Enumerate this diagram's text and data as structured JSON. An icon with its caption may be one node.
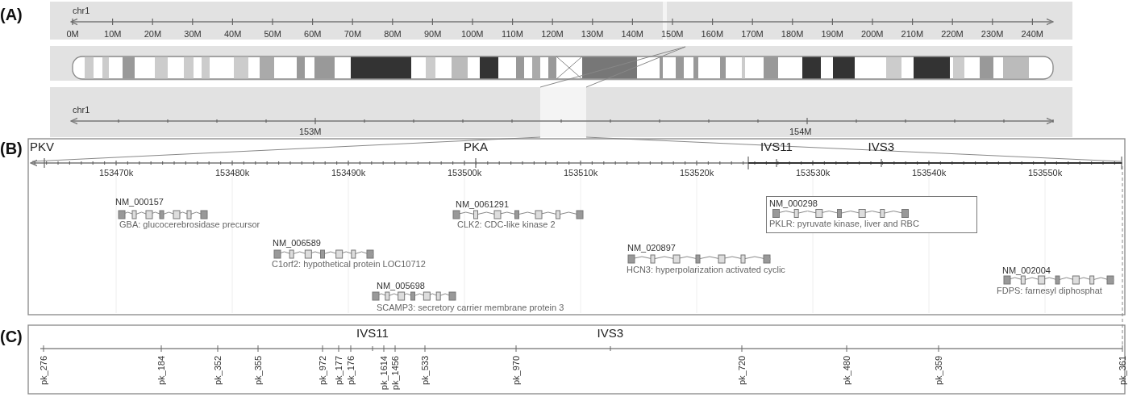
{
  "diagram": {
    "nodes": [
      {
        "text": [
          "NM_000298",
          "PKLR: pyruvate kinase, liver and RBC"
        ]
      }
    ],
    "labels": [
      "(A)",
      "chr1",
      "0M",
      "10M",
      "20M",
      "30M",
      "40M",
      "50M",
      "60M",
      "70M",
      "80M",
      "90M",
      "100M",
      "110M",
      "120M",
      "130M",
      "140M",
      "150M",
      "160M",
      "170M",
      "180M",
      "190M",
      "200M",
      "210M",
      "220M",
      "230M",
      "240M",
      "chr1",
      "153M",
      "154M",
      "(B)",
      "PKV",
      "PKA",
      "IVS11",
      "IVS3",
      "153470k",
      "153480k",
      "153490k",
      "153500k",
      "153510k",
      "153520k",
      "153530k",
      "153540k",
      "153550k",
      "NM_000157",
      "GBA: glucocerebrosidase precursor",
      "NM_0061291",
      "CLK2: CDC-like kinase 2",
      "NM_006589",
      "C1orf2: hypothetical protein LOC10712",
      "NM_020897",
      "HCN3: hyperpolarization activated cyclic",
      "NM_002004",
      "FDPS: farnesyl diphosphat",
      "NM_005698",
      "SCAMP3: secretory carrier membrane protein 3",
      "(C)",
      "IVS11",
      "IVS3",
      "pk_276",
      "pk_184",
      "pk_352",
      "pk_355",
      "pk_972",
      "pk_177",
      "pk_176",
      "pk_1614",
      "pk_1456",
      "pk_533",
      "pk_970",
      "pk_720",
      "pk_480",
      "pk_359",
      "pk_361"
    ]
  }
}
